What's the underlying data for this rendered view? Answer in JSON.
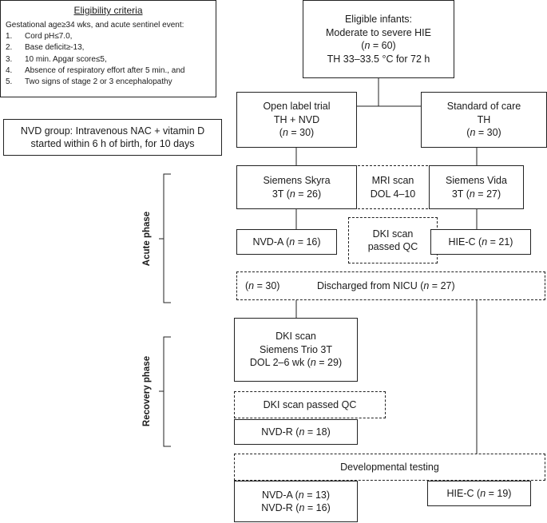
{
  "eligibility": {
    "title": "Eligibility criteria",
    "intro": "Gestational age≥34 wks, and acute sentinel event:",
    "criteria": [
      {
        "num": "1.",
        "text": "Cord pH≤7.0,"
      },
      {
        "num": "2.",
        "text": "Base deficit≥-13,"
      },
      {
        "num": "3.",
        "text": "10 min. Apgar score≤5,"
      },
      {
        "num": "4.",
        "text": "Absence of respiratory effort after 5 min., and"
      },
      {
        "num": "5.",
        "text": "Two signs of stage 2 or 3 encephalopathy"
      }
    ]
  },
  "nvd_group": {
    "line1": "NVD group: Intravenous NAC + vitamin D",
    "line2": "started within 6 h of birth, for 10 days"
  },
  "eligible": {
    "line1": "Eligible infants:",
    "line2": "Moderate to severe HIE",
    "count": "60",
    "line4": "TH 33–33.5 °C for 72 h"
  },
  "open_label": {
    "line1": "Open label trial",
    "line2": "TH + NVD",
    "count": "30"
  },
  "standard": {
    "line1": "Standard of care",
    "line2": "TH",
    "count": "30"
  },
  "skyra": {
    "line1": "Siemens Skyra",
    "prefix": "3T",
    "count": "26"
  },
  "mri_scan": {
    "line1": "MRI scan",
    "line2": "DOL 4–10"
  },
  "vida": {
    "line1": "Siemens Vida",
    "prefix": "3T",
    "count": "27"
  },
  "nvd_a": {
    "label": "NVD-A",
    "count": "16"
  },
  "dki_qc": {
    "line1": "DKI scan",
    "line2": "passed QC"
  },
  "hie_c": {
    "label": "HIE-C",
    "count": "21"
  },
  "discharged": {
    "left_count": "30",
    "text": "Discharged from NICU",
    "right_count": "27"
  },
  "dki_scan": {
    "line1": "DKI scan",
    "line2": "Siemens Trio 3T",
    "prefix": "DOL 2–6 wk",
    "count": "29"
  },
  "dki_passed": {
    "text": "DKI scan passed QC"
  },
  "nvd_r": {
    "label": "NVD-R",
    "count": "18"
  },
  "dev_testing": {
    "text": "Developmental testing"
  },
  "final_left": {
    "label1": "NVD-A",
    "count1": "13",
    "label2": "NVD-R",
    "count2": "16"
  },
  "final_right": {
    "label": "HIE-C",
    "count": "19"
  },
  "n_symbol": "n",
  "phases": {
    "acute": "Acute phase",
    "recovery": "Recovery phase"
  }
}
